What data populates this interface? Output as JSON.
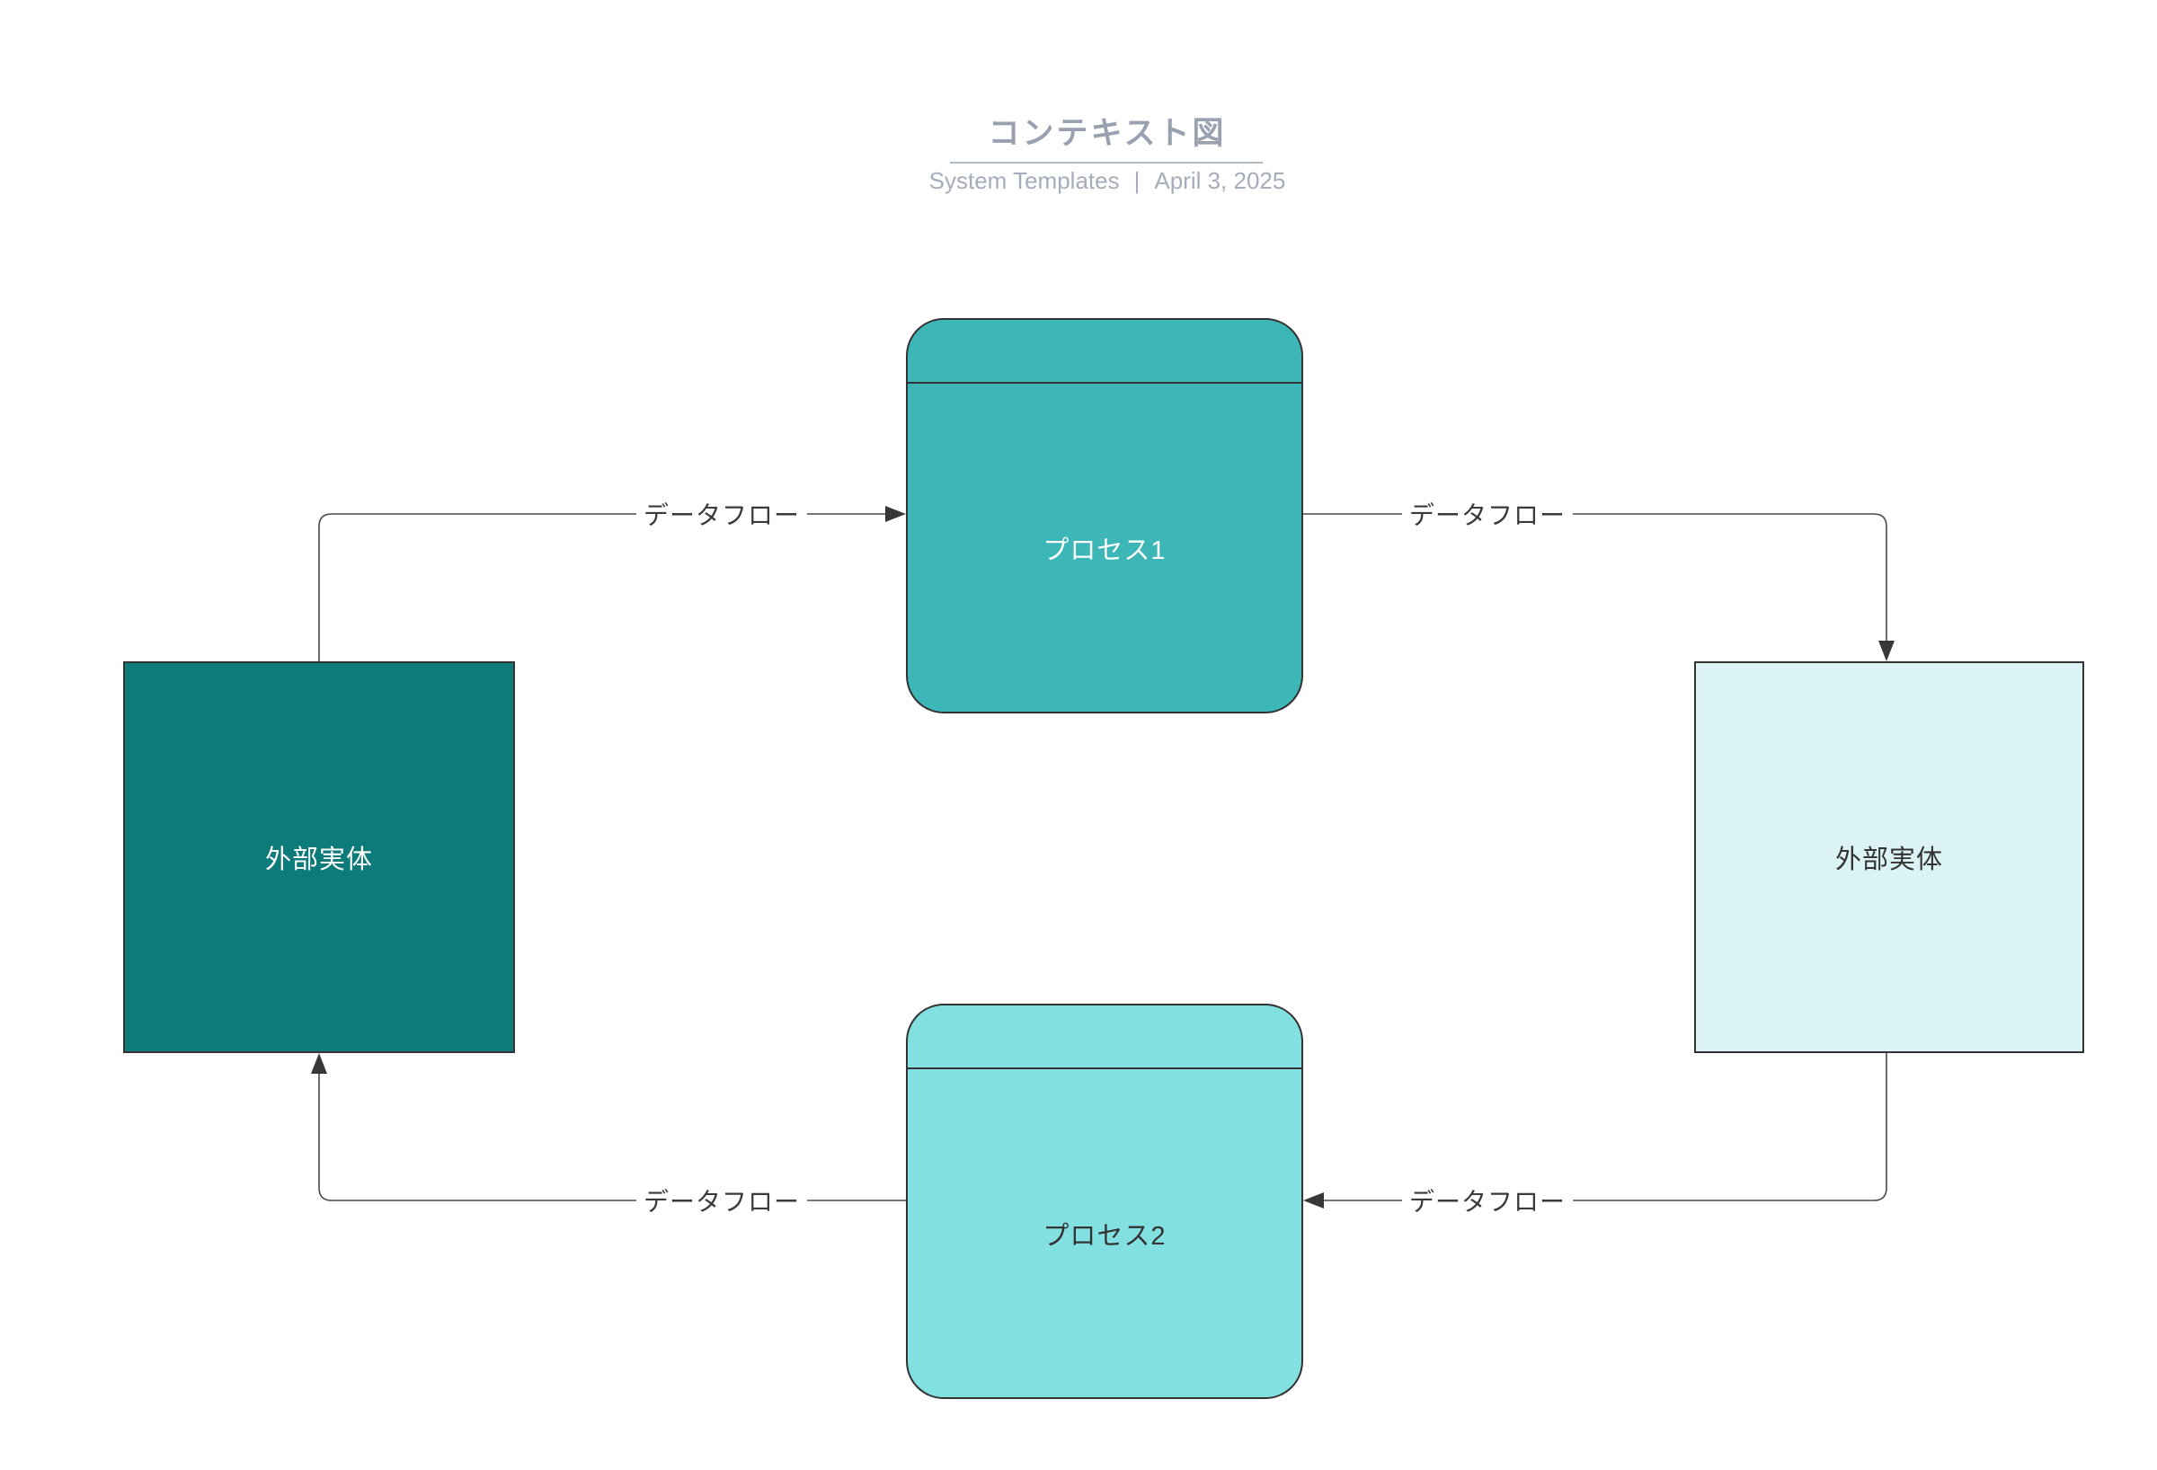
{
  "header": {
    "title": "コンテキスト図",
    "subtitle": {
      "left": "System Templates",
      "separator": "|",
      "right": "April 3, 2025"
    }
  },
  "nodes": {
    "process1": {
      "type": "process",
      "label": "プロセス1"
    },
    "process2": {
      "type": "process",
      "label": "プロセス2"
    },
    "entity_left": {
      "type": "external-entity",
      "label": "外部実体"
    },
    "entity_right": {
      "type": "external-entity",
      "label": "外部実体"
    }
  },
  "flows": [
    {
      "from": "entity_left",
      "to": "process1",
      "label": "データフロー"
    },
    {
      "from": "process1",
      "to": "entity_right",
      "label": "データフロー"
    },
    {
      "from": "entity_right",
      "to": "process2",
      "label": "データフロー"
    },
    {
      "from": "process2",
      "to": "entity_left",
      "label": "データフロー"
    }
  ],
  "colors": {
    "canvas_bg": "#ffffff",
    "title_text": "#99a1b0",
    "subtitle_text": "#a6adba",
    "underline": "#b3b9c4",
    "process1_fill": "#3db6b7",
    "process2_fill": "#82e0e1",
    "entity_dark_fill": "#0d7b7a",
    "entity_light_fill": "#dbf3f4",
    "shape_border": "#333333",
    "connector": "#4a4a4a",
    "arrowhead": "#383838",
    "flow_label_text": "#3a3a3a",
    "process1_label_text": "#ffffff",
    "entity_dark_label_text": "#ffffff",
    "dark_label_text": "#333333"
  }
}
